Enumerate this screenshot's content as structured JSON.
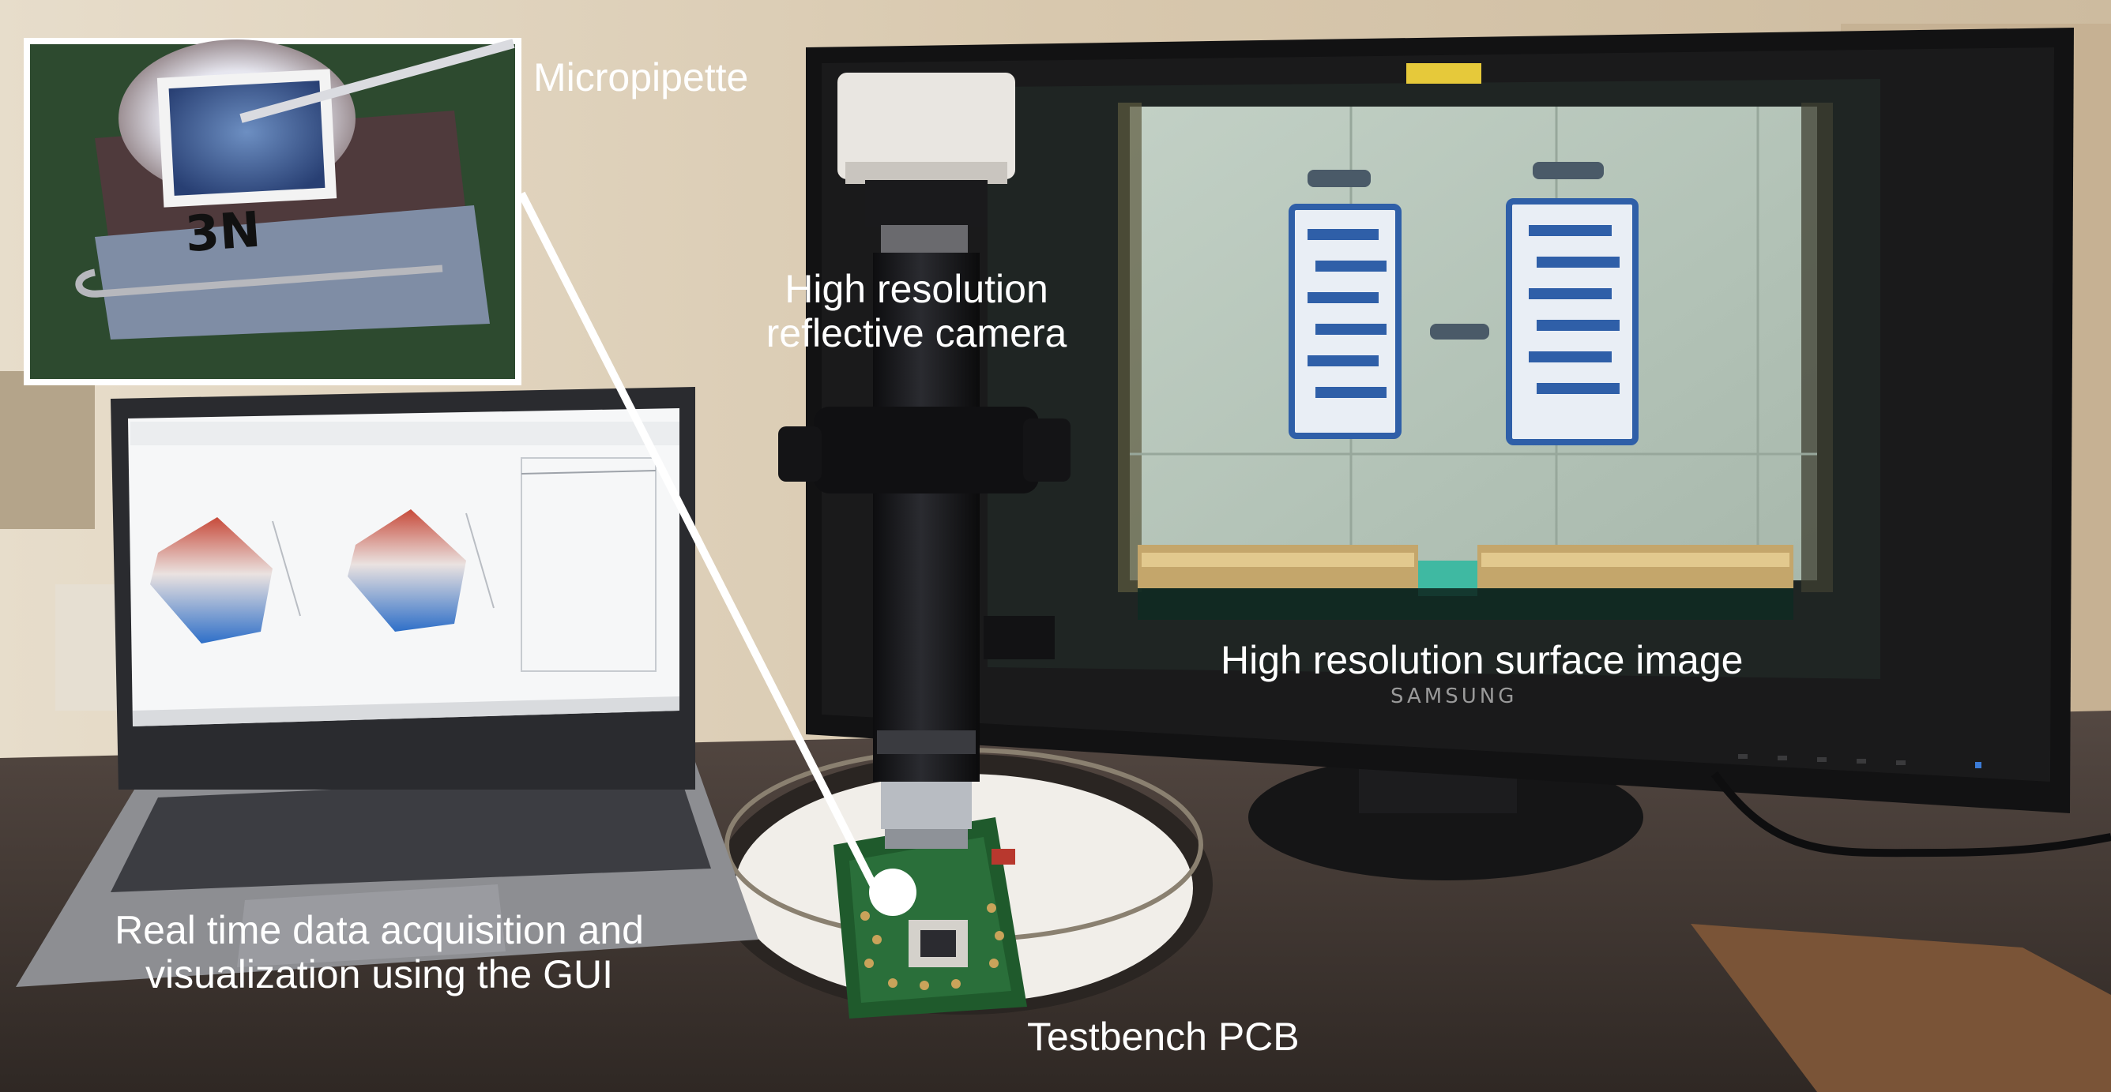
{
  "labels": {
    "micropipette": "Micropipette",
    "camera": "High resolution reflective camera",
    "surface_image": "High resolution surface image",
    "gui": "Real time data acquisition and visualization using the GUI",
    "pcb": "Testbench PCB"
  },
  "chip_marking": "3N",
  "monitor_brand": "SAMSUNG",
  "colors": {
    "label_text": "#ffffff",
    "pcb_green": "#1f5a2c",
    "screen_image": "#b9c7bd",
    "electrode_blue": "#2f5fa8",
    "wall_beige": "#d9c9b0",
    "desk_dark": "#3e3631"
  }
}
